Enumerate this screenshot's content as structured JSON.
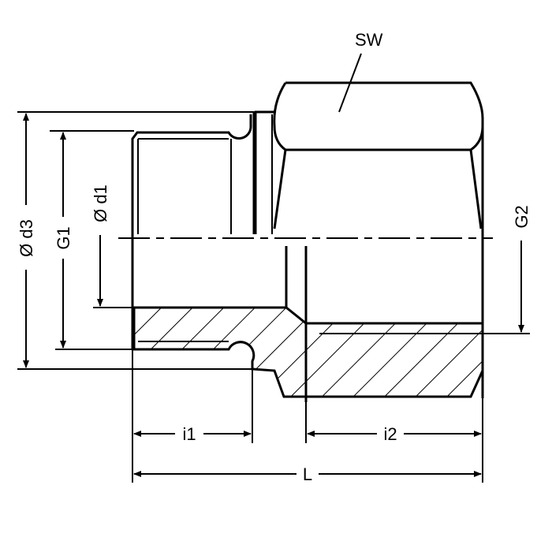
{
  "drawing": {
    "labels": {
      "sw": "SW",
      "d3": "Ø d3",
      "g1": "G1",
      "d1": "Ø d1",
      "g2": "G2",
      "i1": "i1",
      "i2": "i2",
      "l": "L"
    },
    "line_color": "#000000",
    "background": "#ffffff"
  }
}
